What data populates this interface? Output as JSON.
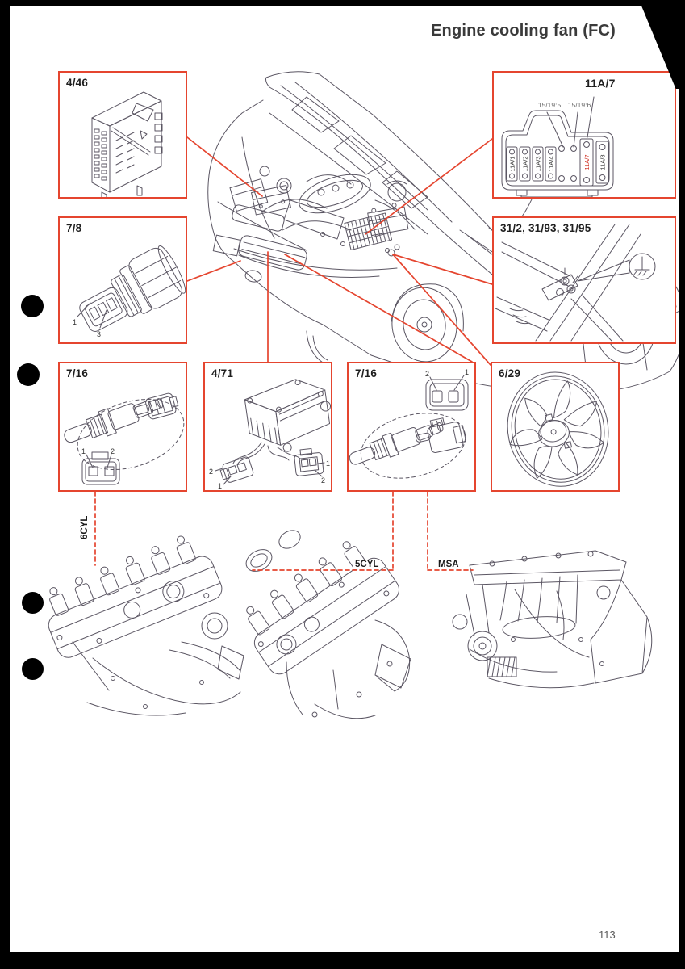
{
  "page": {
    "title": "Engine cooling fan (FC)",
    "number": "113"
  },
  "colors": {
    "callout_red": "#e5452f",
    "fuse_highlight_fill": "#f5b5ae",
    "fuse_highlight_text": "#cf2c1e",
    "line_art": "#5b5663",
    "title_text": "#3a3a3a"
  },
  "callouts": {
    "ecu": {
      "label": "4/46"
    },
    "fuse_panel": {
      "label": "11A/7",
      "terminals": [
        "15/19:5",
        "15/19:6"
      ],
      "fuses_left": [
        "11A/1",
        "11A/2",
        "11A/3",
        "11A/4"
      ],
      "fuse_highlighted": "11A/7",
      "fuse_right": "11A/8"
    },
    "pressure_switch": {
      "label": "7/8",
      "pins": [
        "1",
        "3"
      ]
    },
    "ground_points": {
      "label": "31/2, 31/93, 31/95"
    },
    "coolant_sensor_left": {
      "label": "7/16",
      "pins": [
        "1",
        "2"
      ]
    },
    "relay_module": {
      "label": "4/71",
      "left_connector_pins": [
        "2",
        "1"
      ],
      "right_connector_pins": [
        "1",
        "2"
      ]
    },
    "coolant_sensor_right": {
      "label": "7/16",
      "pins": [
        "2",
        "1"
      ]
    },
    "cooling_fan": {
      "label": "6/29"
    }
  },
  "engines": {
    "six_cylinder": "6CYL",
    "five_cylinder": "5CYL",
    "msa": "MSA"
  }
}
